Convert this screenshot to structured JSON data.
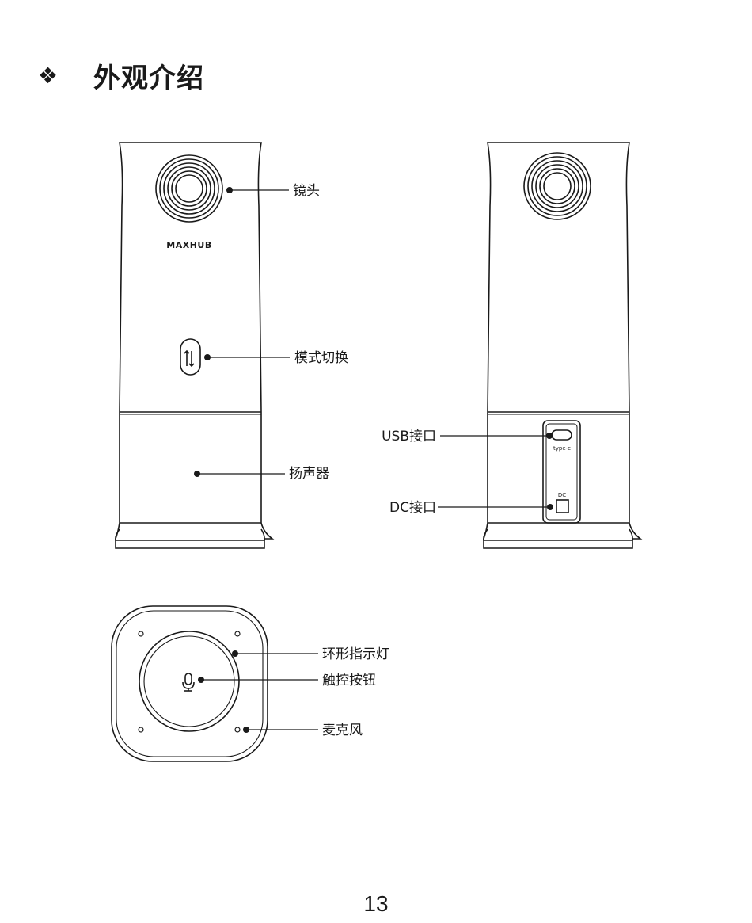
{
  "heading": {
    "bullet": "❖",
    "title": "外观介绍"
  },
  "front_view": {
    "brand": "MAXHUB",
    "labels": {
      "lens": "镜头",
      "mode_switch": "模式切换",
      "speaker": "扬声器"
    }
  },
  "back_view": {
    "port_marks": {
      "usb": "type-c",
      "dc": "DC"
    },
    "labels": {
      "usb_port": "USB接口",
      "dc_port": "DC接口"
    }
  },
  "top_view": {
    "labels": {
      "ring_light": "环形指示灯",
      "touch_button": "触控按钮",
      "microphone": "麦克风"
    }
  },
  "page_number": "13"
}
